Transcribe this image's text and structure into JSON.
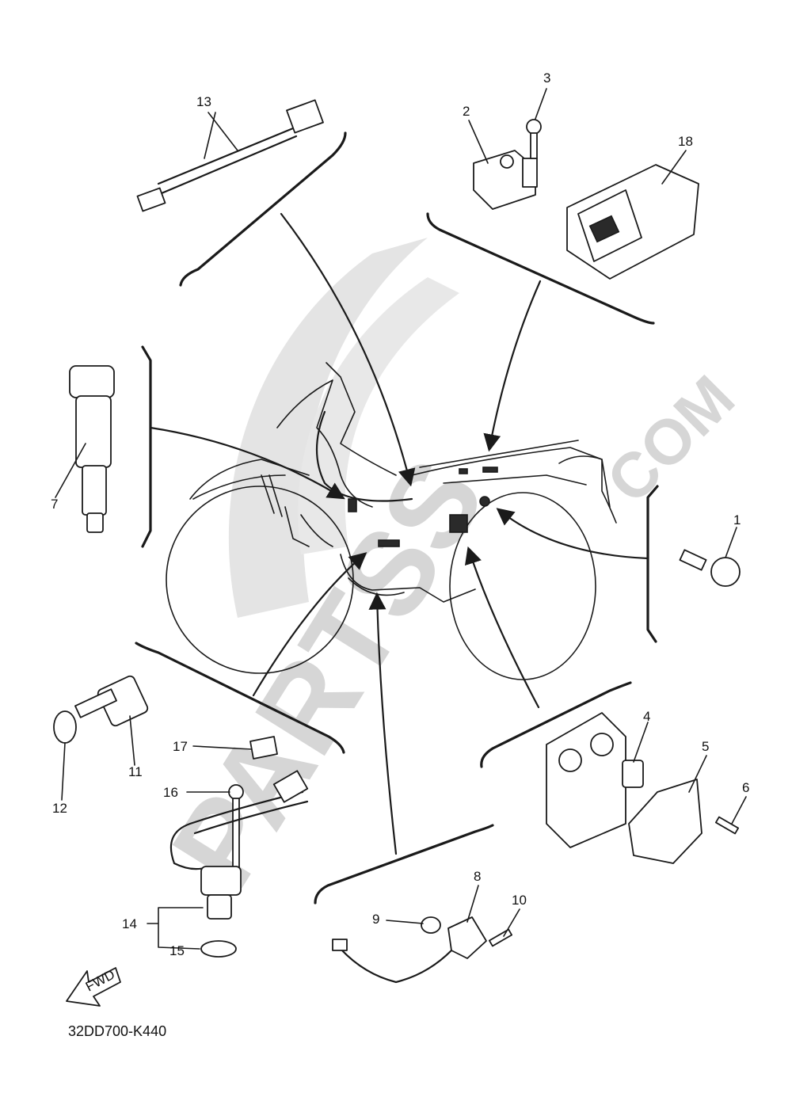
{
  "watermark": {
    "brand": "PARTSS",
    "suffix": "COM"
  },
  "diagram_code": "32DD700-K440",
  "fwd_label": "FWD",
  "callouts": {
    "c1": "1",
    "c2": "2",
    "c3": "3",
    "c4": "4",
    "c5": "5",
    "c6": "6",
    "c7": "7",
    "c8": "8",
    "c9": "9",
    "c10": "10",
    "c11": "11",
    "c12": "12",
    "c13": "13",
    "c14": "14",
    "c15": "15",
    "c16": "16",
    "c17": "17",
    "c18": "18"
  }
}
